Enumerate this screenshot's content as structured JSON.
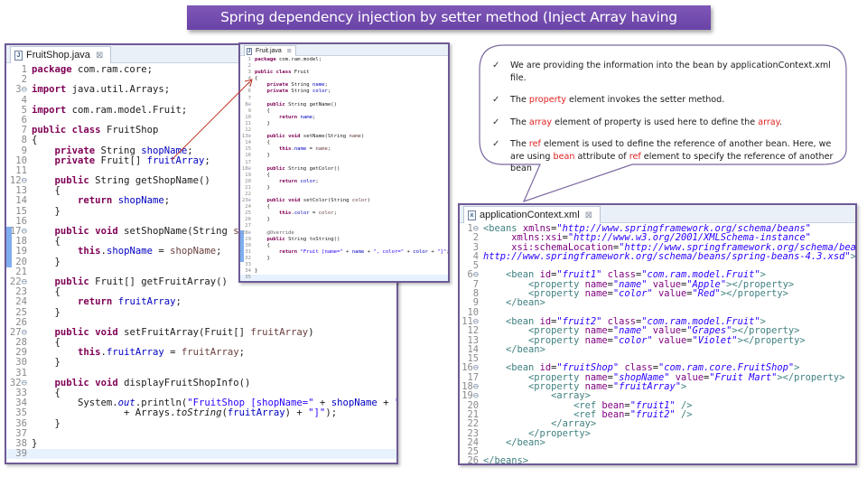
{
  "title": "Spring dependency injection by setter method (Inject Array having Dependent Object)",
  "editors": {
    "fruitshop": {
      "tab_label": "FruitShop.java",
      "tab_icon": "java-file-icon",
      "close_icon": "⊠",
      "lines": [
        {
          "n": "1",
          "html": "<span class='kw'>package</span> com.ram.core;"
        },
        {
          "n": "2",
          "html": ""
        },
        {
          "n": "3",
          "fold": true,
          "html": "<span class='kw'>import</span> java.util.Arrays;"
        },
        {
          "n": "4",
          "html": ""
        },
        {
          "n": "5",
          "html": "<span class='kw'>import</span> com.ram.model.Fruit;"
        },
        {
          "n": "6",
          "html": ""
        },
        {
          "n": "7",
          "html": "<span class='kw'>public</span> <span class='kw'>class</span> FruitShop"
        },
        {
          "n": "8",
          "html": "{"
        },
        {
          "n": "9",
          "html": "    <span class='kw'>private</span> String <span class='fld'>shopName</span>;"
        },
        {
          "n": "10",
          "html": "    <span class='kw'>private</span> Fruit[] <span class='fld'>fruitArray</span>;"
        },
        {
          "n": "11",
          "html": ""
        },
        {
          "n": "12",
          "fold": true,
          "html": "    <span class='kw'>public</span> String getShopName()"
        },
        {
          "n": "13",
          "html": "    {"
        },
        {
          "n": "14",
          "html": "        <span class='kw'>return</span> <span class='fld'>shopName</span>;"
        },
        {
          "n": "15",
          "html": "    }"
        },
        {
          "n": "16",
          "html": ""
        },
        {
          "n": "17",
          "fold": true,
          "marker": true,
          "html": "    <span class='kw'>public</span> <span class='kw'>void</span> setShopName(String <span class='par'>shopName</span>)"
        },
        {
          "n": "18",
          "marker": true,
          "html": "    {"
        },
        {
          "n": "19",
          "marker": true,
          "html": "        <span class='kw'>this</span>.<span class='fld'>shopName</span> = <span class='par'>shopName</span>;"
        },
        {
          "n": "20",
          "marker": true,
          "html": "    }"
        },
        {
          "n": "21",
          "html": ""
        },
        {
          "n": "22",
          "fold": true,
          "html": "    <span class='kw'>public</span> Fruit[] getFruitArray()"
        },
        {
          "n": "23",
          "html": "    {"
        },
        {
          "n": "24",
          "html": "        <span class='kw'>return</span> <span class='fld'>fruitArray</span>;"
        },
        {
          "n": "25",
          "html": "    }"
        },
        {
          "n": "26",
          "html": ""
        },
        {
          "n": "27",
          "fold": true,
          "html": "    <span class='kw'>public</span> <span class='kw'>void</span> setFruitArray(Fruit[] <span class='par'>fruitArray</span>)"
        },
        {
          "n": "28",
          "html": "    {"
        },
        {
          "n": "29",
          "html": "        <span class='kw'>this</span>.<span class='fld'>fruitArray</span> = <span class='par'>fruitArray</span>;"
        },
        {
          "n": "30",
          "html": "    }"
        },
        {
          "n": "31",
          "html": ""
        },
        {
          "n": "32",
          "fold": true,
          "html": "    <span class='kw'>public</span> <span class='kw'>void</span> displayFruitShopInfo()"
        },
        {
          "n": "33",
          "html": "    {"
        },
        {
          "n": "34",
          "html": "        System.<span class='fld ital'>out</span>.println(<span class='str'>\"FruitShop [shopName=\"</span> + <span class='fld'>shopName</span> + <span class='str'>\", fruitArray=\"</span>"
        },
        {
          "n": "35",
          "html": "                + Arrays.<span class='ital'>toString</span>(<span class='fld'>fruitArray</span>) + <span class='str'>\"]\"</span>);"
        },
        {
          "n": "36",
          "html": "    }"
        },
        {
          "n": "37",
          "html": ""
        },
        {
          "n": "38",
          "html": "}"
        },
        {
          "n": "39",
          "current": true,
          "html": ""
        }
      ]
    },
    "fruitjava": {
      "tab_label": "Fruit.java",
      "tab_icon": "java-file-icon",
      "close_icon": "⊠",
      "lines": [
        {
          "n": "1",
          "html": "<span class='kw'>package</span> com.ram.model;"
        },
        {
          "n": "2",
          "html": ""
        },
        {
          "n": "3",
          "html": "<span class='kw'>public</span> <span class='kw'>class</span> Fruit"
        },
        {
          "n": "4",
          "html": "{"
        },
        {
          "n": "5",
          "html": "    <span class='kw'>private</span> String <span class='fld'>name</span>;"
        },
        {
          "n": "6",
          "html": "    <span class='kw'>private</span> String <span class='fld'>color</span>;"
        },
        {
          "n": "7",
          "html": ""
        },
        {
          "n": "8",
          "fold": true,
          "html": "    <span class='kw'>public</span> String getName()"
        },
        {
          "n": "9",
          "html": "    {"
        },
        {
          "n": "10",
          "html": "        <span class='kw'>return</span> <span class='fld'>name</span>;"
        },
        {
          "n": "11",
          "html": "    }"
        },
        {
          "n": "12",
          "html": ""
        },
        {
          "n": "13",
          "fold": true,
          "html": "    <span class='kw'>public</span> <span class='kw'>void</span> setName(String <span class='par'>name</span>)"
        },
        {
          "n": "14",
          "html": "    {"
        },
        {
          "n": "15",
          "html": "        <span class='kw'>this</span>.<span class='fld'>name</span> = <span class='par'>name</span>;"
        },
        {
          "n": "16",
          "html": "    }"
        },
        {
          "n": "17",
          "html": ""
        },
        {
          "n": "18",
          "fold": true,
          "html": "    <span class='kw'>public</span> String getColor()"
        },
        {
          "n": "19",
          "html": "    {"
        },
        {
          "n": "20",
          "html": "        <span class='kw'>return</span> <span class='fld'>color</span>;"
        },
        {
          "n": "21",
          "html": "    }"
        },
        {
          "n": "22",
          "html": ""
        },
        {
          "n": "23",
          "fold": true,
          "html": "    <span class='kw'>public</span> <span class='kw'>void</span> setColor(String <span class='par'>color</span>)"
        },
        {
          "n": "24",
          "html": "    {"
        },
        {
          "n": "25",
          "html": "        <span class='kw'>this</span>.<span class='fld'>color</span> = <span class='par'>color</span>;"
        },
        {
          "n": "26",
          "html": "    }"
        },
        {
          "n": "27",
          "html": ""
        },
        {
          "n": "28",
          "fold": true,
          "marker": true,
          "html": "    <span class='ann'>@Override</span>"
        },
        {
          "n": "29",
          "marker": true,
          "html": "    <span class='kw'>public</span> String toString()"
        },
        {
          "n": "30",
          "marker": true,
          "html": "    {"
        },
        {
          "n": "31",
          "marker": true,
          "html": "        <span class='kw'>return</span> <span class='str'>\"Fruit [name=\"</span> + <span class='fld'>name</span> + <span class='str'>\", color=\"</span> + <span class='fld'>color</span> + <span class='str'>\"]\"</span>;"
        },
        {
          "n": "32",
          "marker": true,
          "html": "    }"
        },
        {
          "n": "33",
          "html": ""
        },
        {
          "n": "34",
          "html": "}"
        },
        {
          "n": "35",
          "current": true,
          "html": ""
        }
      ]
    },
    "appctx": {
      "tab_label": "applicationContext.xml",
      "tab_icon": "xml-file-icon",
      "close_icon": "⊠",
      "lines": [
        {
          "n": "1",
          "fold": true,
          "html": "<span class='x-tag'>&lt;beans</span> <span class='x-attr'>xmlns</span>=<span class='x-val'>\"http://www.springframework.org/schema/beans\"</span>"
        },
        {
          "n": "2",
          "html": "     <span class='x-attr'>xmlns:xsi</span>=<span class='x-val'>\"http://www.w3.org/2001/XMLSchema-instance\"</span>"
        },
        {
          "n": "3",
          "html": "     <span class='x-attr'>xsi:schemaLocation</span>=<span class='x-val'>\"http://www.springframework.org/schema/beans</span>"
        },
        {
          "n": "4",
          "html": "<span class='x-val'>http://www.springframework.org/schema/beans/spring-beans-4.3.xsd\"</span><span class='x-tag'>&gt;</span>"
        },
        {
          "n": "5",
          "html": ""
        },
        {
          "n": "6",
          "fold": true,
          "html": "    <span class='x-tag'>&lt;bean</span> <span class='x-attr'>id</span>=<span class='x-val'>\"fruit1\"</span> <span class='x-attr'>class</span>=<span class='x-val'>\"com.ram.model.Fruit\"</span><span class='x-tag'>&gt;</span>"
        },
        {
          "n": "7",
          "html": "        <span class='x-tag'>&lt;property</span> <span class='x-attr'>name</span>=<span class='x-val'>\"name\"</span> <span class='x-attr'>value</span>=<span class='x-val'>\"Apple\"</span><span class='x-tag'>&gt;&lt;/property&gt;</span>"
        },
        {
          "n": "8",
          "html": "        <span class='x-tag'>&lt;property</span> <span class='x-attr'>name</span>=<span class='x-val'>\"color\"</span> <span class='x-attr'>value</span>=<span class='x-val'>\"Red\"</span><span class='x-tag'>&gt;&lt;/property&gt;</span>"
        },
        {
          "n": "9",
          "html": "    <span class='x-tag'>&lt;/bean&gt;</span>"
        },
        {
          "n": "10",
          "html": ""
        },
        {
          "n": "11",
          "fold": true,
          "html": "    <span class='x-tag'>&lt;bean</span> <span class='x-attr'>id</span>=<span class='x-val'>\"fruit2\"</span> <span class='x-attr'>class</span>=<span class='x-val'>\"com.ram.model.Fruit\"</span><span class='x-tag'>&gt;</span>"
        },
        {
          "n": "12",
          "html": "        <span class='x-tag'>&lt;property</span> <span class='x-attr'>name</span>=<span class='x-val'>\"name\"</span> <span class='x-attr'>value</span>=<span class='x-val'>\"Grapes\"</span><span class='x-tag'>&gt;&lt;/property&gt;</span>"
        },
        {
          "n": "13",
          "html": "        <span class='x-tag'>&lt;property</span> <span class='x-attr'>name</span>=<span class='x-val'>\"color\"</span> <span class='x-attr'>value</span>=<span class='x-val'>\"Violet\"</span><span class='x-tag'>&gt;&lt;/property&gt;</span>"
        },
        {
          "n": "14",
          "html": "    <span class='x-tag'>&lt;/bean&gt;</span>"
        },
        {
          "n": "15",
          "html": ""
        },
        {
          "n": "16",
          "fold": true,
          "html": "    <span class='x-tag'>&lt;bean</span> <span class='x-attr'>id</span>=<span class='x-val'>\"fruitShop\"</span> <span class='x-attr'>class</span>=<span class='x-val'>\"com.ram.core.FruitShop\"</span><span class='x-tag'>&gt;</span>"
        },
        {
          "n": "17",
          "html": "        <span class='x-tag'>&lt;property</span> <span class='x-attr'>name</span>=<span class='x-val'>\"shopName\"</span> <span class='x-attr'>value</span>=<span class='x-val'>\"Fruit Mart\"</span><span class='x-tag'>&gt;&lt;/property&gt;</span>"
        },
        {
          "n": "18",
          "fold": true,
          "html": "        <span class='x-tag'>&lt;property</span> <span class='x-attr'>name</span>=<span class='x-val'>\"fruitArray\"</span><span class='x-tag'>&gt;</span>"
        },
        {
          "n": "19",
          "fold": true,
          "html": "            <span class='x-tag'>&lt;array&gt;</span>"
        },
        {
          "n": "20",
          "html": "                <span class='x-tag'>&lt;ref</span> <span class='x-attr'>bean</span>=<span class='x-val'>\"fruit1\"</span> <span class='x-tag'>/&gt;</span>"
        },
        {
          "n": "21",
          "html": "                <span class='x-tag'>&lt;ref</span> <span class='x-attr'>bean</span>=<span class='x-val'>\"fruit2\"</span> <span class='x-tag'>/&gt;</span>"
        },
        {
          "n": "22",
          "html": "            <span class='x-tag'>&lt;/array&gt;</span>"
        },
        {
          "n": "23",
          "html": "        <span class='x-tag'>&lt;/property&gt;</span>"
        },
        {
          "n": "24",
          "html": "    <span class='x-tag'>&lt;/bean&gt;</span>"
        },
        {
          "n": "25",
          "html": ""
        },
        {
          "n": "26",
          "html": "<span class='x-tag'>&lt;/beans&gt;</span>"
        },
        {
          "n": "27",
          "current": true,
          "marker": true,
          "html": ""
        }
      ]
    }
  },
  "callout": {
    "check_icon": "✓",
    "bullets": [
      {
        "parts": [
          {
            "t": "We are providing the information into the bean by applicationContext.xml file."
          }
        ]
      },
      {
        "parts": [
          {
            "t": "The "
          },
          {
            "t": "property",
            "hl": true
          },
          {
            "t": " element invokes the setter method."
          }
        ]
      },
      {
        "parts": [
          {
            "t": "The "
          },
          {
            "t": "array",
            "hl": true
          },
          {
            "t": " element of property is used here to define the "
          },
          {
            "t": "array",
            "hl": true
          },
          {
            "t": "."
          }
        ]
      },
      {
        "parts": [
          {
            "t": "The "
          },
          {
            "t": "ref",
            "hl": true
          },
          {
            "t": " element is used to define the reference of another bean. Here, we are using "
          },
          {
            "t": "bean",
            "hl": true
          },
          {
            "t": " attribute of "
          },
          {
            "t": "ref",
            "hl": true
          },
          {
            "t": " element to specify the reference of another bean"
          }
        ]
      }
    ]
  },
  "colors": {
    "banner": "#7352ae",
    "border": "#6e5a96",
    "arrow": "#c0392b",
    "highlight": "#e02020"
  }
}
